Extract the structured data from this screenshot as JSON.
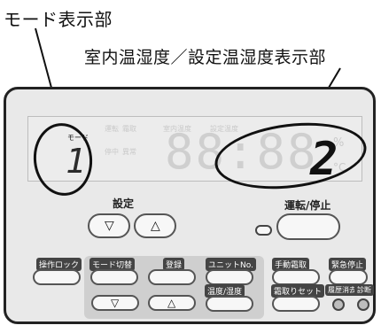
{
  "callouts": {
    "mode": "モード表示部",
    "room": "室内温湿度／設定温湿度表示部"
  },
  "display": {
    "mode_label": "モード",
    "mode_value": "1",
    "main_value": "2",
    "unit_percent": "%",
    "unit_celsius": "°C",
    "ghost_digits": "88:88",
    "labels": {
      "running": "運転",
      "frost": "霜取",
      "stop": "停中",
      "abnormal": "異常",
      "room_temp": "室内温度",
      "set_temp": "設定温度"
    }
  },
  "buttons": {
    "setting_title": "設定",
    "down": "▽",
    "up": "△",
    "run_stop": "運転/停止",
    "operation_lock": "操作ロック",
    "mode_switch": "モード切替",
    "register": "登録",
    "unit_no": "ユニットNo.",
    "manual_defrost": "手動霜取",
    "emergency_stop": "緊急停止",
    "history_clear": "履歴消去",
    "diagnosis": "診断",
    "temp_humidity": "温度/湿度",
    "defrost_reset": "霜取りセット"
  }
}
